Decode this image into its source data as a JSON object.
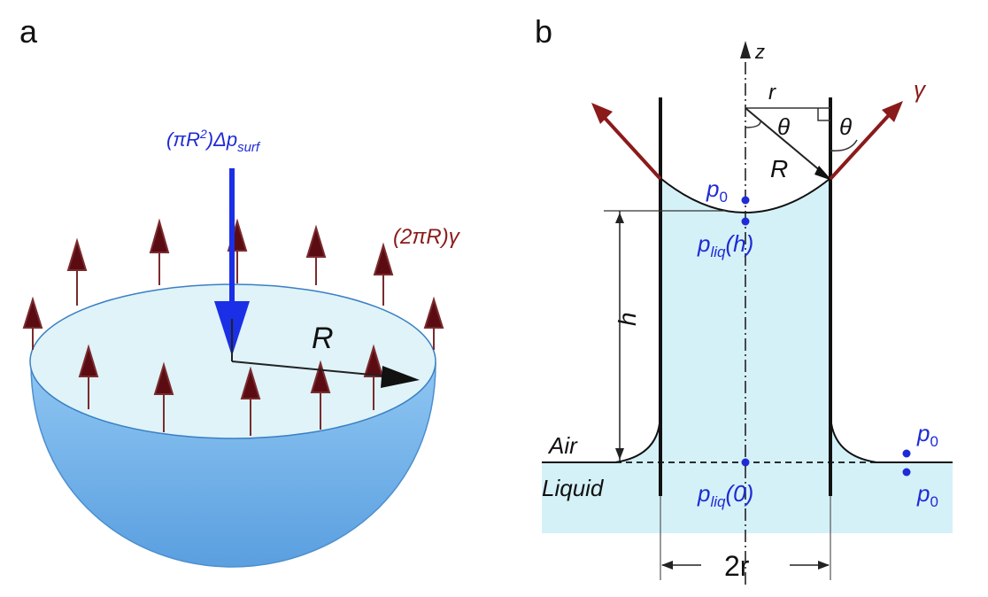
{
  "panel_a": {
    "letter": "a",
    "force_down_label": {
      "prefix": "(πR",
      "sup": "2",
      "mid": ")Δp",
      "sub": "surf"
    },
    "force_up_label": "(2πR)γ",
    "radius_label": "R",
    "colors": {
      "liquid_top": "#d9f2f7",
      "liquid_body": "#6fb2ea",
      "arrow_up": "#5a0c12",
      "arrow_down": "#1a2fe6"
    }
  },
  "panel_b": {
    "letter": "b",
    "axis_label": "z",
    "gamma_label": "γ",
    "r_label": "r",
    "theta_label": "θ",
    "R_label": "R",
    "p0_meniscus": {
      "main": "p",
      "sub": "0"
    },
    "pliq_h": {
      "main": "p",
      "sub": "liq",
      "tail": "(h)"
    },
    "pliq_0": {
      "main": "p",
      "sub": "liq",
      "tail": "(0)"
    },
    "p0_right_top": {
      "main": "p",
      "sub": "0"
    },
    "p0_right_bottom": {
      "main": "p",
      "sub": "0"
    },
    "h_label": "h",
    "air_label": "Air",
    "liquid_label": "Liquid",
    "width_label": "2r",
    "colors": {
      "liquid": "#d5f1f8",
      "gamma_arrow": "#8b1a1a",
      "points": "#1f2bd6"
    }
  }
}
